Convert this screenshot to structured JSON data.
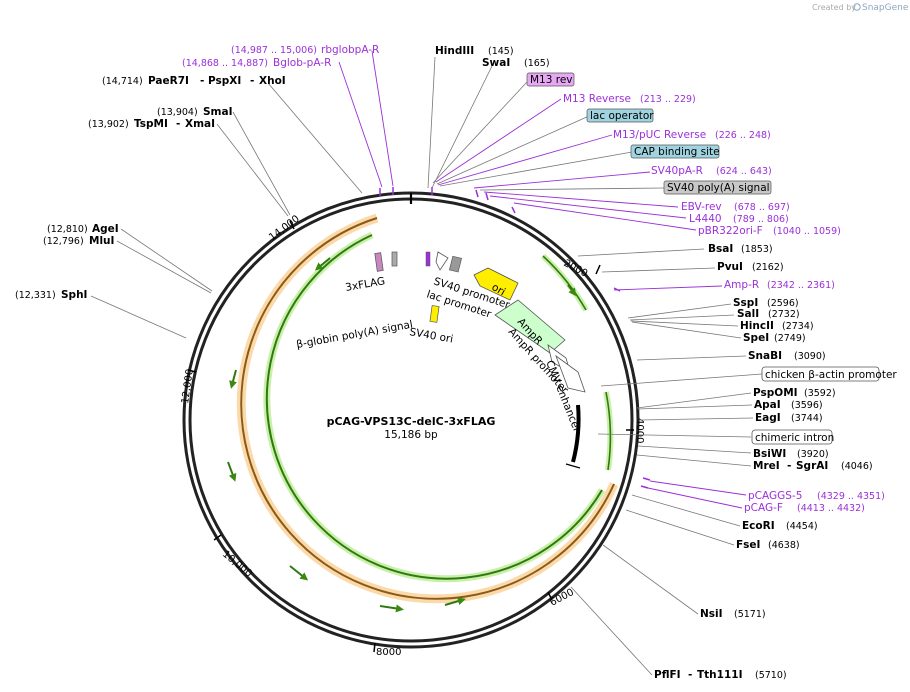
{
  "credit": {
    "text": "Created by",
    "brand": "SnapGene"
  },
  "plasmid": {
    "name": "pCAG-VPS13C-delC-3xFLAG",
    "size": "15,186 bp"
  },
  "ticks": [
    "2000",
    "4000",
    "6000",
    "8000",
    "10,000",
    "12,000",
    "14,000"
  ],
  "sites": [
    {
      "name": "HindIII",
      "pos": "(145)"
    },
    {
      "name": "SwaI",
      "pos": "(165)"
    },
    {
      "name": "BsaI",
      "pos": "(1853)"
    },
    {
      "name": "PvuI",
      "pos": "(2162)"
    },
    {
      "name": "SspI",
      "pos": "(2596)"
    },
    {
      "name": "SalI",
      "pos": "(2732)"
    },
    {
      "name": "HincII",
      "pos": "(2734)"
    },
    {
      "name": "SpeI",
      "pos": "(2749)"
    },
    {
      "name": "SnaBI",
      "pos": "(3090)"
    },
    {
      "name": "PspOMI",
      "pos": "(3592)"
    },
    {
      "name": "ApaI",
      "pos": "(3596)"
    },
    {
      "name": "EagI",
      "pos": "(3744)"
    },
    {
      "name": "BsiWI",
      "pos": "(3920)"
    },
    {
      "name": "MreI",
      "sep": "-",
      "name2": "SgrAI",
      "pos": "(4046)"
    },
    {
      "name": "EcoRI",
      "pos": "(4454)"
    },
    {
      "name": "FseI",
      "pos": "(4638)"
    },
    {
      "name": "NsiI",
      "pos": "(5171)"
    },
    {
      "name": "PflFI",
      "sep": "-",
      "name2": "Tth111I",
      "pos": "(5710)"
    },
    {
      "name": "SphI",
      "pos": "(12,331)"
    },
    {
      "name": "MluI",
      "pos": "(12,796)"
    },
    {
      "name": "AgeI",
      "pos": "(12,810)"
    },
    {
      "name": "TspMI",
      "sep": "-",
      "name2": "XmaI",
      "pos": "(13,902)"
    },
    {
      "name": "SmaI",
      "pos": "(13,904)"
    },
    {
      "name": "PaeR7I",
      "sep": "-",
      "name2": "PspXI",
      "sep2": "-",
      "name3": "XhoI",
      "pos": "(14,714)"
    }
  ],
  "primers": [
    {
      "name": "rbglobpA-R",
      "pos": "(14,987 .. 15,006)"
    },
    {
      "name": "Bglob-pA-R",
      "pos": "(14,868 .. 14,887)"
    },
    {
      "name": "M13 Reverse",
      "pos": "(213 .. 229)"
    },
    {
      "name": "M13/pUC Reverse",
      "pos": "(226 .. 248)"
    },
    {
      "name": "SV40pA-R",
      "pos": "(624 .. 643)"
    },
    {
      "name": "EBV-rev",
      "pos": "(678 .. 697)"
    },
    {
      "name": "L4440",
      "pos": "(789 .. 806)"
    },
    {
      "name": "pBR322ori-F",
      "pos": "(1040 .. 1059)"
    },
    {
      "name": "Amp-R",
      "pos": "(2342 .. 2361)"
    },
    {
      "name": "pCAGGS-5",
      "pos": "(4329 .. 4351)"
    },
    {
      "name": "pCAG-F",
      "pos": "(4413 .. 4432)"
    }
  ],
  "boxed_features": [
    {
      "name": "M13 rev",
      "color": "#e7a8f3"
    },
    {
      "name": "lac operator",
      "color": "#9fd3e0"
    },
    {
      "name": "CAP binding site",
      "color": "#9fd3e0"
    },
    {
      "name": "SV40 poly(A) signal",
      "color": "#c8c8c8"
    },
    {
      "name": "chicken β-actin promoter",
      "color": "#ffffff"
    },
    {
      "name": "chimeric intron",
      "color": "#ffffff"
    }
  ],
  "inner_labels": {
    "flag": "3xFLAG",
    "bglobin": "β-globin poly(A) signal",
    "sv40_promoter": "SV40 promoter",
    "lac_promoter": "lac promoter",
    "ori": "ori",
    "sv40_ori": "SV40 ori",
    "ampr": "AmpR",
    "ampr_promoter": "AmpR promoter",
    "cmv": "CMV enhancer"
  },
  "colors": {
    "backbone": "#000000",
    "orf_green": "#3a8a12",
    "orf_outline": "#f3b46a",
    "primer": "#9b30d9",
    "ori": "#ffee00",
    "ampr": "#ccffcc"
  }
}
